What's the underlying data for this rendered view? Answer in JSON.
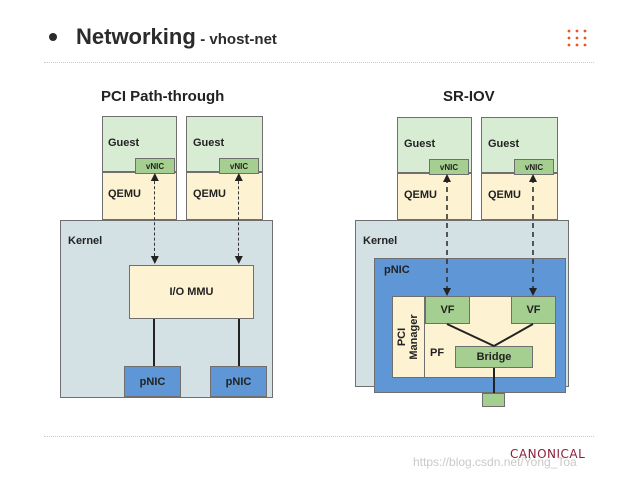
{
  "header": {
    "title": "Networking",
    "subtitle": "- vhost-net",
    "menu_icon": "dot-grid-icon",
    "accent_color": "#e95420"
  },
  "left": {
    "title": "PCI Path-through",
    "guests": [
      {
        "guest": "Guest",
        "vnic": "vNIC",
        "qemu": "QEMU"
      },
      {
        "guest": "Guest",
        "vnic": "vNIC",
        "qemu": "QEMU"
      }
    ],
    "kernel": "Kernel",
    "iommu": "I/O MMU",
    "pnics": [
      "pNIC",
      "pNIC"
    ]
  },
  "right": {
    "title": "SR-IOV",
    "guests": [
      {
        "guest": "Guest",
        "vnic": "vNIC",
        "qemu": "QEMU"
      },
      {
        "guest": "Guest",
        "vnic": "vNIC",
        "qemu": "QEMU"
      }
    ],
    "kernel": "Kernel",
    "pnic": "pNIC",
    "pci_manager_line1": "PCI",
    "pci_manager_line2": "Manager",
    "vfs": [
      "VF",
      "VF"
    ],
    "pf": "PF",
    "bridge": "Bridge"
  },
  "footer": {
    "logo": "CANONICAL",
    "watermark": "https://blog.csdn.net/Yong_Toa"
  },
  "colors": {
    "guest": "#d8ecd4",
    "qemu": "#fdf3d3",
    "kernel": "#d3e1e5",
    "pnic": "#5f97d6",
    "vf": "#a5cf91",
    "logo": "#8a1f3a"
  }
}
